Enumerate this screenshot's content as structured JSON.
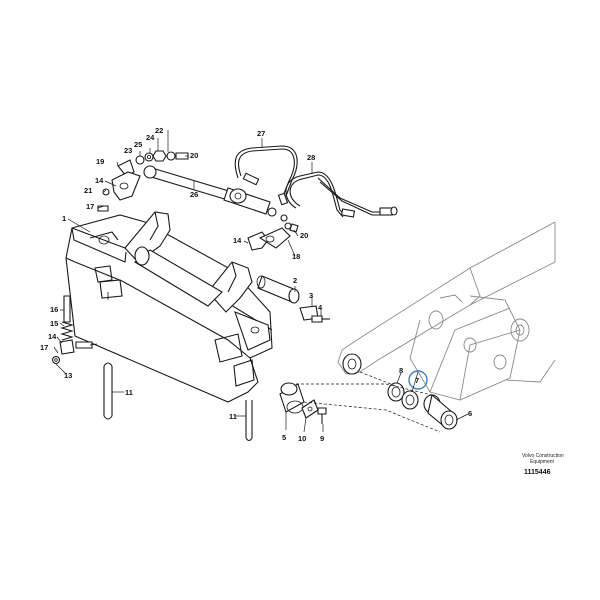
{
  "callouts": [
    {
      "id": "c1",
      "text": "1"
    },
    {
      "id": "c2",
      "text": "2"
    },
    {
      "id": "c3",
      "text": "3"
    },
    {
      "id": "c4",
      "text": "4"
    },
    {
      "id": "c5",
      "text": "5"
    },
    {
      "id": "c6",
      "text": "6"
    },
    {
      "id": "c7",
      "text": "7"
    },
    {
      "id": "c8",
      "text": "8"
    },
    {
      "id": "c9",
      "text": "9"
    },
    {
      "id": "c10",
      "text": "10"
    },
    {
      "id": "c11a",
      "text": "11"
    },
    {
      "id": "c11b",
      "text": "11"
    },
    {
      "id": "c13",
      "text": "13"
    },
    {
      "id": "c14a",
      "text": "14"
    },
    {
      "id": "c14b",
      "text": "14"
    },
    {
      "id": "c14c",
      "text": "14"
    },
    {
      "id": "c15",
      "text": "15"
    },
    {
      "id": "c16",
      "text": "16"
    },
    {
      "id": "c17a",
      "text": "17"
    },
    {
      "id": "c17b",
      "text": "17"
    },
    {
      "id": "c18",
      "text": "18"
    },
    {
      "id": "c19",
      "text": "19"
    },
    {
      "id": "c20a",
      "text": "20"
    },
    {
      "id": "c20b",
      "text": "20"
    },
    {
      "id": "c21",
      "text": "21"
    },
    {
      "id": "c22",
      "text": "22"
    },
    {
      "id": "c23",
      "text": "23"
    },
    {
      "id": "c24",
      "text": "24"
    },
    {
      "id": "c25",
      "text": "25"
    },
    {
      "id": "c26",
      "text": "26"
    },
    {
      "id": "c27",
      "text": "27"
    },
    {
      "id": "c28",
      "text": "28"
    }
  ],
  "footer": {
    "brand_line1": "Volvo Construction",
    "brand_line2": "Equipment",
    "drawing_number": "1115446"
  },
  "highlight_color": "#3a7fc1"
}
